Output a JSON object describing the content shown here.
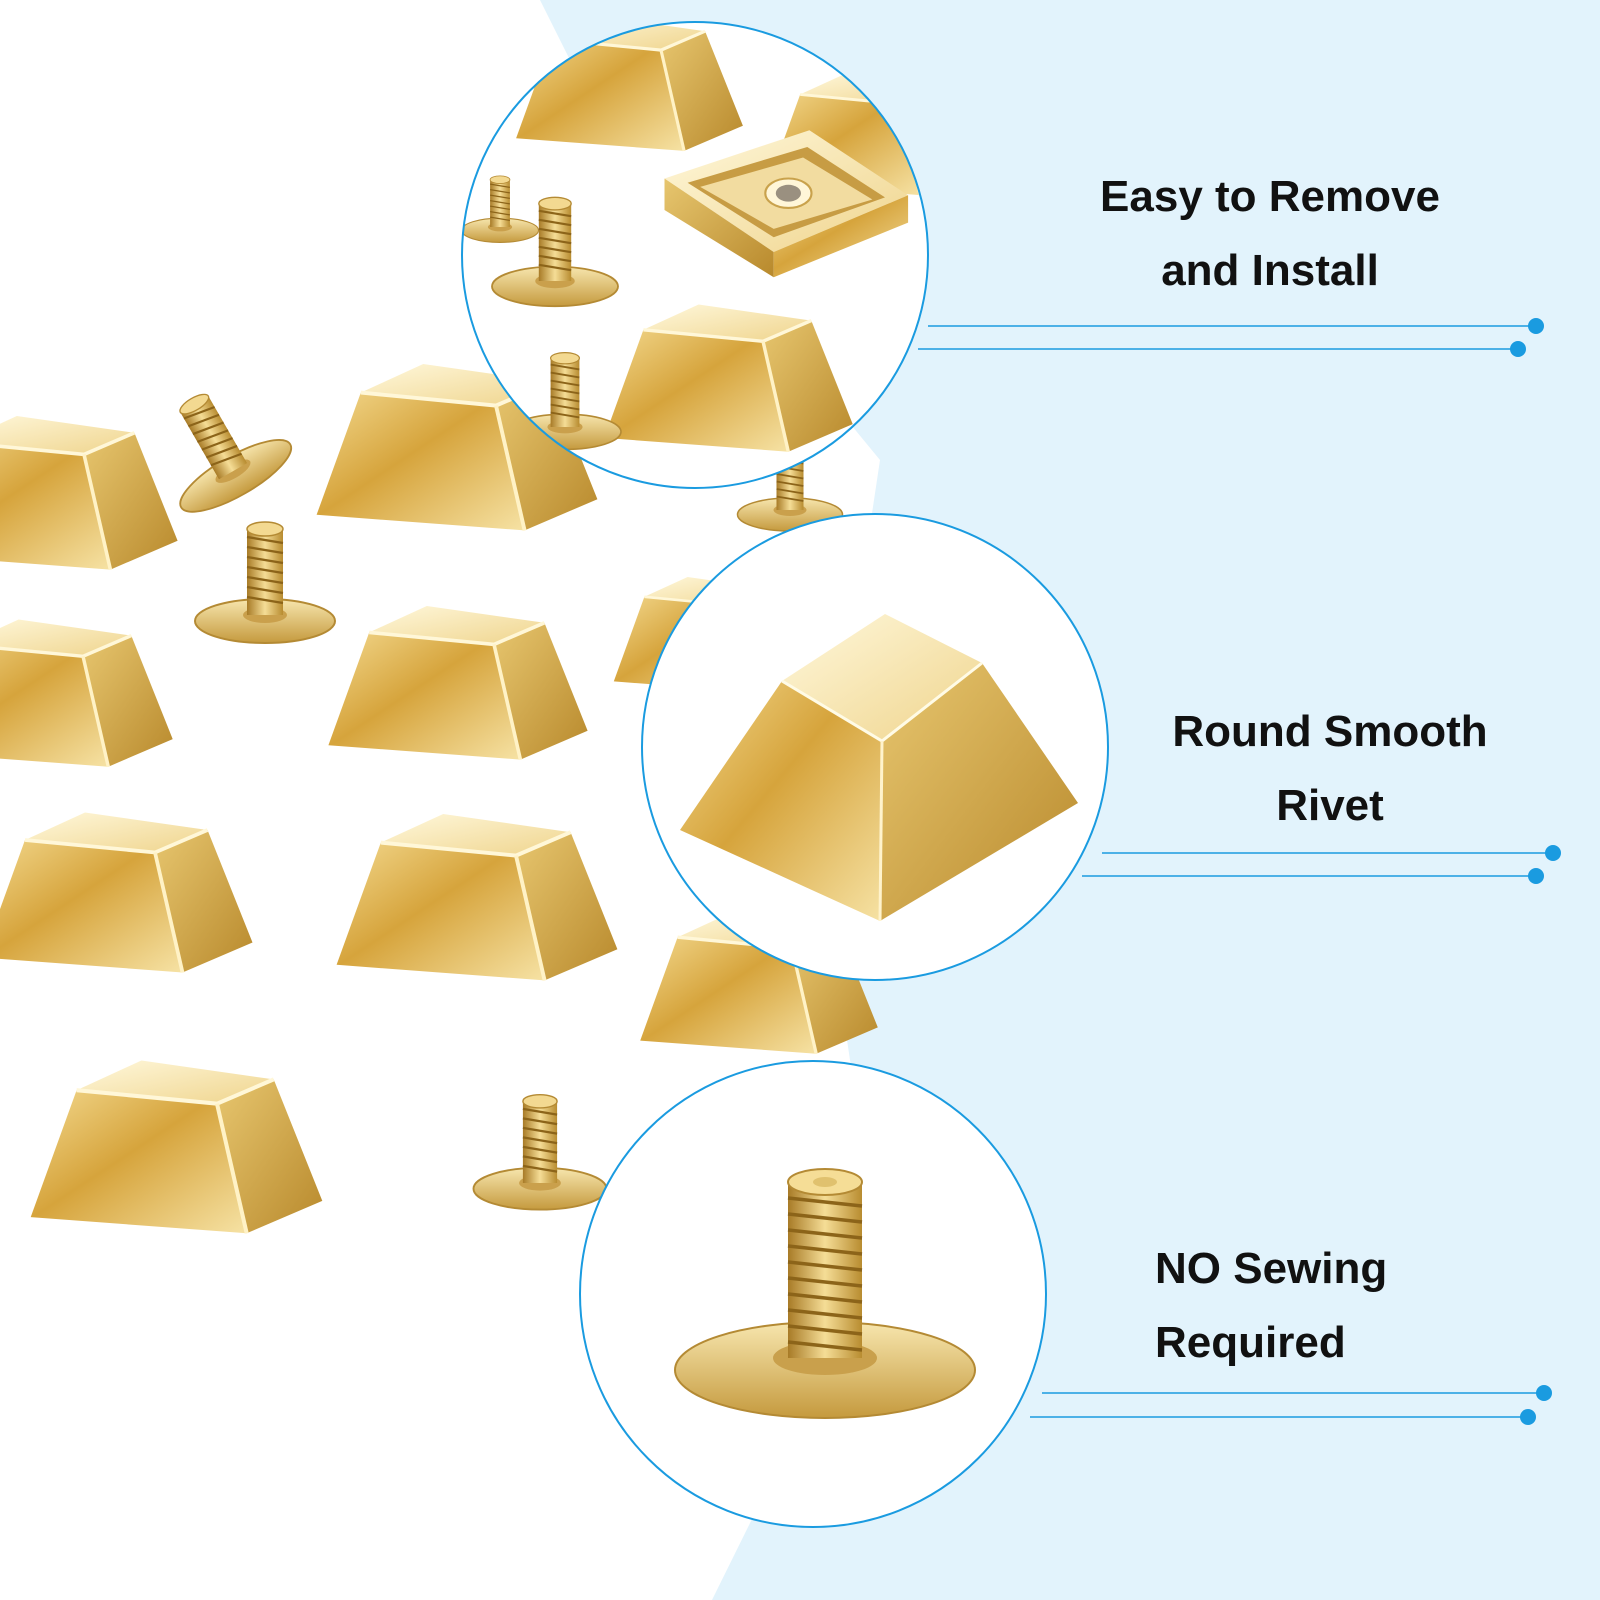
{
  "palette": {
    "background": "#ffffff",
    "panel": "#e2f3fc",
    "accent": "#1a9be0",
    "gold_light": "#fbeec0",
    "gold_mid": "#e2bd62",
    "gold_dark": "#a37a22",
    "text": "#111111"
  },
  "features": [
    {
      "line1": "Easy to Remove",
      "line2": "and Install",
      "icon": "disassembled-rivet-closeup"
    },
    {
      "line1": "Round Smooth",
      "line2": "Rivet",
      "icon": "square-rivet-cap-closeup"
    },
    {
      "line1": "NO Sewing",
      "line2": "Required",
      "icon": "threaded-screw-post-closeup"
    }
  ]
}
